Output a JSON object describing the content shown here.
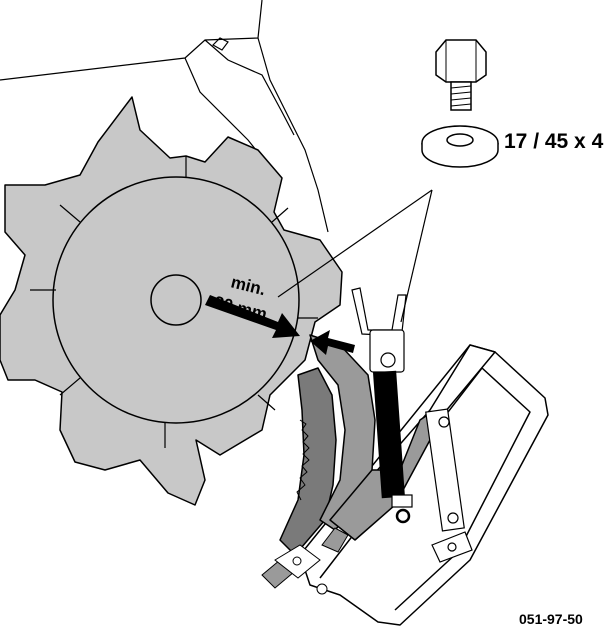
{
  "labels": {
    "washer_spec": "17 / 45 x 4",
    "min_line1": "min.",
    "min_line2": "20 mm",
    "figure_ref": "051-97-50"
  },
  "colors": {
    "sprocket_fill": "#c8c8c8",
    "dark_part": "#7a7a7a",
    "mid_part": "#9a9a9a",
    "outline": "#000000",
    "background": "#ffffff"
  }
}
